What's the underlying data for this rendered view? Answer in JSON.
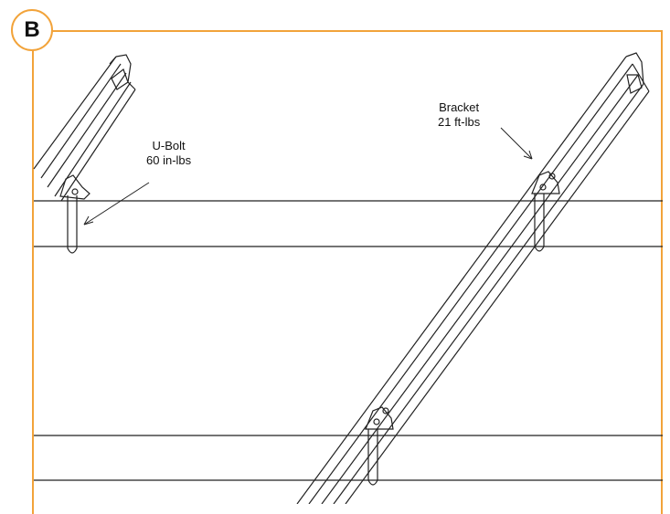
{
  "panel": {
    "label": "B",
    "border_color": "#f2a33a"
  },
  "callouts": {
    "ubolt": {
      "name": "U-Bolt",
      "torque": "60 in-lbs"
    },
    "bracket": {
      "name": "Bracket",
      "torque": "21 ft-lbs"
    }
  }
}
